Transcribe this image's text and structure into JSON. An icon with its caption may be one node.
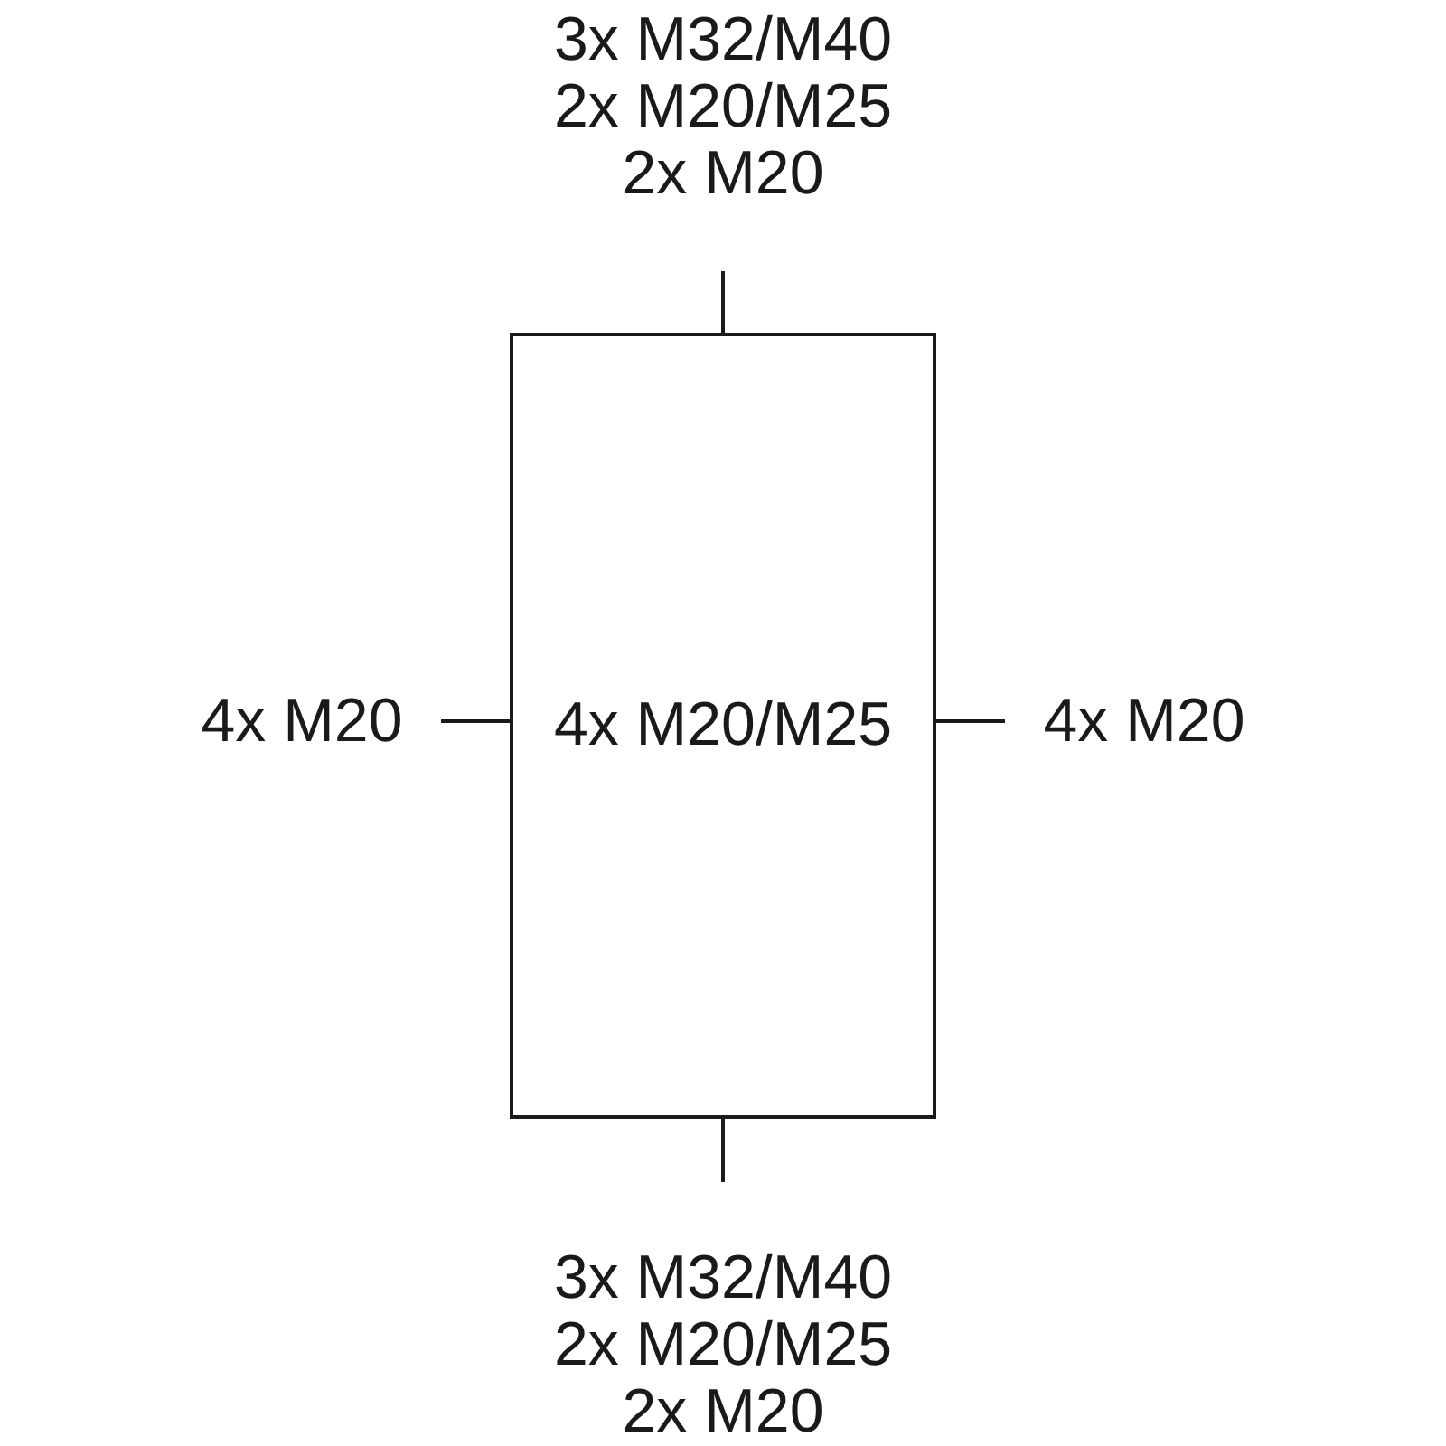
{
  "diagram": {
    "nodes": [
      {
        "text": [
          "4x M20/M25"
        ]
      },
      {
        "text": [
          "3x M32/M40",
          "2x M20/M25",
          "2x M20"
        ]
      },
      {
        "text": [
          "4x M20"
        ]
      },
      {
        "text": [
          "4x M20"
        ]
      },
      {
        "text": [
          "3x M32/M40",
          "2x M20/M25",
          "2x M20"
        ]
      }
    ],
    "edges": [
      {
        "from": 1,
        "to": 0,
        "arrow": "none"
      },
      {
        "from": 2,
        "to": 0,
        "arrow": "none"
      },
      {
        "from": 3,
        "to": 0,
        "arrow": "none"
      },
      {
        "from": 4,
        "to": 0,
        "arrow": "none"
      }
    ]
  }
}
